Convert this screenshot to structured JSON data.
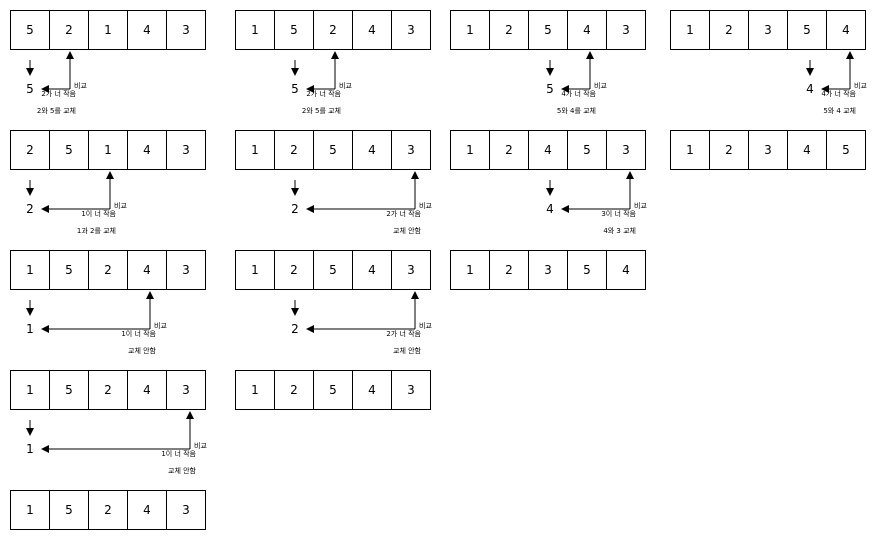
{
  "columns": [
    {
      "steps": [
        {
          "array": [
            "5",
            "2",
            "1",
            "4",
            "3"
          ],
          "selected": "5",
          "notes": [
            "비교",
            "2가 너 작음",
            "2와 5를 교체"
          ]
        },
        {
          "array": [
            "2",
            "5",
            "1",
            "4",
            "3"
          ],
          "selected": "2",
          "notes": [
            "비교",
            "1이 너 작음",
            "1과 2를 교체"
          ]
        },
        {
          "array": [
            "1",
            "5",
            "2",
            "4",
            "3"
          ],
          "selected": "1",
          "notes": [
            "비교",
            "1이 너 작음",
            "교체 안함"
          ]
        },
        {
          "array": [
            "1",
            "5",
            "2",
            "4",
            "3"
          ],
          "selected": "1",
          "notes": [
            "비교",
            "1이 너 작음",
            "교체 안함"
          ]
        }
      ],
      "result": [
        "1",
        "5",
        "2",
        "4",
        "3"
      ]
    },
    {
      "steps": [
        {
          "array": [
            "1",
            "5",
            "2",
            "4",
            "3"
          ],
          "selected": "5",
          "notes": [
            "비교",
            "2가 너 작음",
            "2와 5를 교체"
          ]
        },
        {
          "array": [
            "1",
            "2",
            "5",
            "4",
            "3"
          ],
          "selected": "2",
          "notes": [
            "비교",
            "2가 너 작음",
            "교체 안함"
          ]
        },
        {
          "array": [
            "1",
            "2",
            "5",
            "4",
            "3"
          ],
          "selected": "2",
          "notes": [
            "비교",
            "2가 너 작음",
            "교체 안함"
          ]
        }
      ],
      "result": [
        "1",
        "2",
        "5",
        "4",
        "3"
      ]
    },
    {
      "steps": [
        {
          "array": [
            "1",
            "2",
            "5",
            "4",
            "3"
          ],
          "selected": "5",
          "notes": [
            "비교",
            "4가 너 작음",
            "5와 4를 교체"
          ]
        },
        {
          "array": [
            "1",
            "2",
            "4",
            "5",
            "3"
          ],
          "selected": "4",
          "notes": [
            "비교",
            "3이 너 작음",
            "4와 3 교체"
          ]
        }
      ],
      "result": [
        "1",
        "2",
        "3",
        "5",
        "4"
      ]
    },
    {
      "steps": [
        {
          "array": [
            "1",
            "2",
            "3",
            "5",
            "4"
          ],
          "selected": "4",
          "notes": [
            "비교",
            "4가 너 작음",
            "5와 4 교체"
          ]
        }
      ],
      "result": [
        "1",
        "2",
        "3",
        "4",
        "5"
      ]
    }
  ]
}
